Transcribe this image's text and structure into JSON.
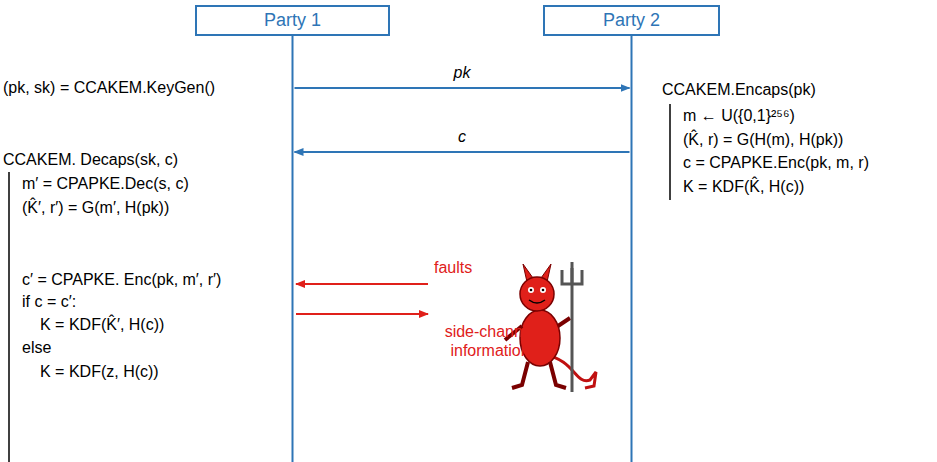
{
  "diagram": {
    "nodes": [
      {
        "text": [
          "Party 1"
        ]
      },
      {
        "text": [
          "Party 2"
        ]
      }
    ],
    "edges": [
      {
        "from": 0,
        "to": 1,
        "label": "pk",
        "arrow": "to"
      },
      {
        "from": 1,
        "to": 0,
        "label": "c",
        "arrow": "to"
      }
    ],
    "labels": [
      "(pk, sk) = CCAKEM.KeyGen()",
      "CCAKEM.Encaps(pk)",
      "m ← U({0,1}²⁵⁶)",
      "(K̂, r) = G(H(m), H(pk))",
      "c = CPAPKE.Enc(pk, m, r)",
      "K = KDF(K̂, H(c))",
      "CCAKEM. Decaps(sk, c)",
      "m′ = CPAPKE.Dec(s, c)",
      "(K̂′, r′) = G(m′, H(pk))",
      "c′ = CPAPKE. Enc(pk, m′, r′)",
      "if c = c′:",
      "K = KDF(K̂′, H(c))",
      "else",
      "K = KDF(z, H(c))",
      "faults",
      "side-channel information"
    ]
  }
}
